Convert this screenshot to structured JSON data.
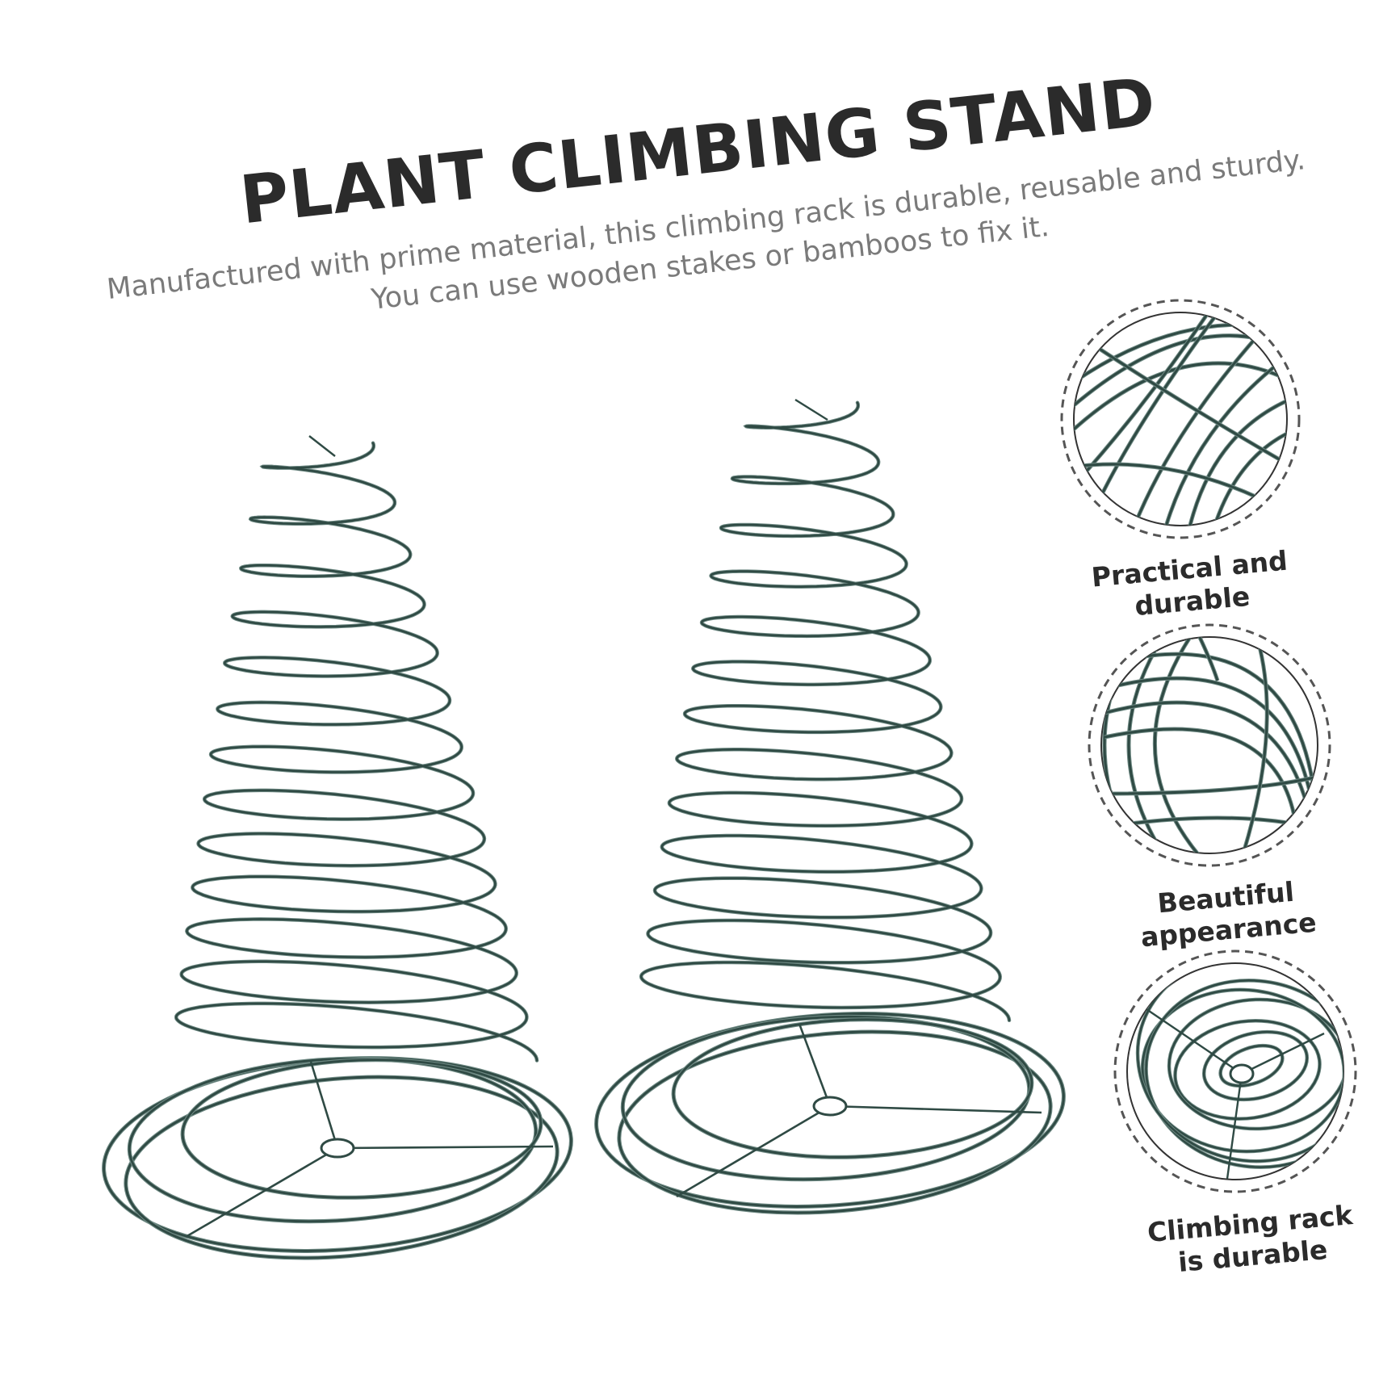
{
  "header": {
    "title": "PLANT CLIMBING STAND",
    "description_line_1": "Manufactured with prime material, this climbing rack is durable, reusable and sturdy.",
    "description_line_2": "You can use wooden stakes or bamboos to fix it."
  },
  "features": [
    {
      "line_1": "Practical and",
      "line_2": "durable",
      "icon": "coil-closeup-icon"
    },
    {
      "line_1": "Beautiful",
      "line_2": "appearance",
      "icon": "coil-side-closeup-icon"
    },
    {
      "line_1": "Climbing rack",
      "line_2": "is durable",
      "icon": "coil-top-view-icon"
    }
  ],
  "colors": {
    "wire": "#2f4a44",
    "wire_highlight": "#6f8a84",
    "title": "#2b2b2b",
    "description": "#7a7a7a",
    "badge_border": "#555555"
  }
}
